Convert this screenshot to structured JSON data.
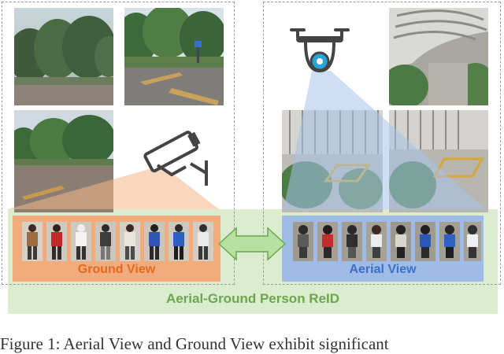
{
  "labels": {
    "ground_view": "Ground View",
    "aerial_view": "Aerial View",
    "task": "Aerial-Ground Person ReID",
    "caption_fragment": "Figure 1: Aerial View and Ground View exhibit significant"
  },
  "colors": {
    "ground_strip": "#f2ab7c",
    "ground_label": "#e26a1f",
    "aerial_strip": "#9fbbe6",
    "aerial_label": "#3d6fc7",
    "common_band": "#dcedcf",
    "task_label": "#6aa84f",
    "arrow": "#b7e1a1",
    "cone": "#f7c9a8",
    "beam": "#a6c3ea"
  },
  "icons": {
    "ground_device": "cctv-camera-icon",
    "aerial_device": "drone-icon",
    "link": "double-arrow-icon"
  }
}
